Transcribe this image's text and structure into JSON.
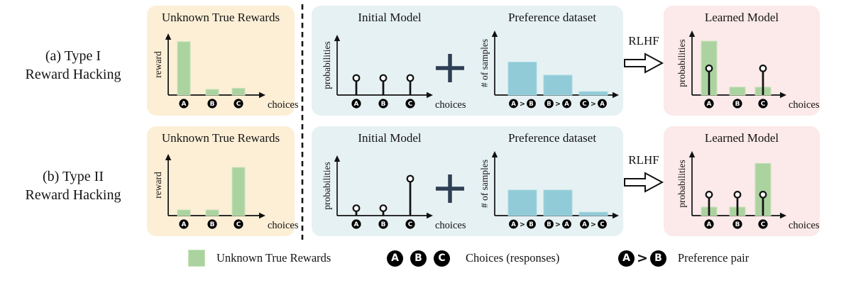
{
  "figure": {
    "colors": {
      "true_reward_bar": "#abd3a0",
      "true_reward_bar_edge": "#c9e3ba",
      "sample_bar": "#91cbd8",
      "sample_bar_edge": "#a9d9e3",
      "panel_true_rewards_bg": "#fcefd6",
      "panel_model_bg": "#e6f1f3",
      "panel_learned_bg": "#fce9e9",
      "plus_sign": "#2e3f54",
      "ink": "#111111"
    },
    "rows": [
      {
        "id": "a",
        "label_lines": [
          "(a) Type I",
          "Reward Hacking"
        ],
        "true_rewards": {
          "title": "Unknown True Rewards",
          "ylabel": "reward",
          "xlabel": "choices",
          "categories": [
            "A",
            "B",
            "C"
          ],
          "bars": [
            0.94,
            0.1,
            0.12
          ]
        },
        "initial_model": {
          "title": "Initial Model",
          "ylabel": "probabilities",
          "xlabel": "choices",
          "categories": [
            "A",
            "B",
            "C"
          ],
          "stems": [
            0.3,
            0.3,
            0.3
          ]
        },
        "plus_symbol": "+",
        "preference_dataset": {
          "title": "Preference dataset",
          "ylabel": "# of samples",
          "pairs": [
            {
              "left": "A",
              "op": ">",
              "right": "B"
            },
            {
              "left": "B",
              "op": ">",
              "right": "A"
            },
            {
              "left": "C",
              "op": ">",
              "right": "A"
            }
          ],
          "bars": [
            0.58,
            0.35,
            0.06
          ]
        },
        "rlhf_label": "RLHF",
        "learned_model": {
          "title": "Learned Model",
          "ylabel": "probabilities",
          "xlabel": "choices",
          "categories": [
            "A",
            "B",
            "C"
          ],
          "bars": [
            0.95,
            0.14,
            0.14
          ],
          "stems": [
            0.47,
            null,
            0.47
          ]
        }
      },
      {
        "id": "b",
        "label_lines": [
          "(b) Type II",
          "Reward Hacking"
        ],
        "true_rewards": {
          "title": "Unknown True Rewards",
          "ylabel": "reward",
          "xlabel": "choices",
          "categories": [
            "A",
            "B",
            "C"
          ],
          "bars": [
            0.1,
            0.1,
            0.85
          ]
        },
        "initial_model": {
          "title": "Initial Model",
          "ylabel": "probabilities",
          "xlabel": "choices",
          "categories": [
            "A",
            "B",
            "C"
          ],
          "stems": [
            0.13,
            0.13,
            0.65
          ]
        },
        "plus_symbol": "+",
        "preference_dataset": {
          "title": "Preference dataset",
          "ylabel": "# of samples",
          "pairs": [
            {
              "left": "A",
              "op": ">",
              "right": "B"
            },
            {
              "left": "B",
              "op": ">",
              "right": "A"
            },
            {
              "left": "A",
              "op": ">",
              "right": "C"
            }
          ],
          "bars": [
            0.45,
            0.45,
            0.06
          ]
        },
        "rlhf_label": "RLHF",
        "learned_model": {
          "title": "Learned Model",
          "ylabel": "probabilities",
          "xlabel": "choices",
          "categories": [
            "A",
            "B",
            "C"
          ],
          "bars": [
            0.15,
            0.15,
            0.92
          ],
          "stems": [
            0.37,
            0.37,
            0.37
          ]
        }
      }
    ],
    "legend": {
      "true_rewards_label": "Unknown True Rewards",
      "choices_symbols": [
        "A",
        "B",
        "C"
      ],
      "choices_label": "Choices (responses)",
      "preference_pair_symbol": {
        "left": "A",
        "op": ">",
        "right": "B"
      },
      "preference_pair_label": "Preference pair"
    }
  }
}
